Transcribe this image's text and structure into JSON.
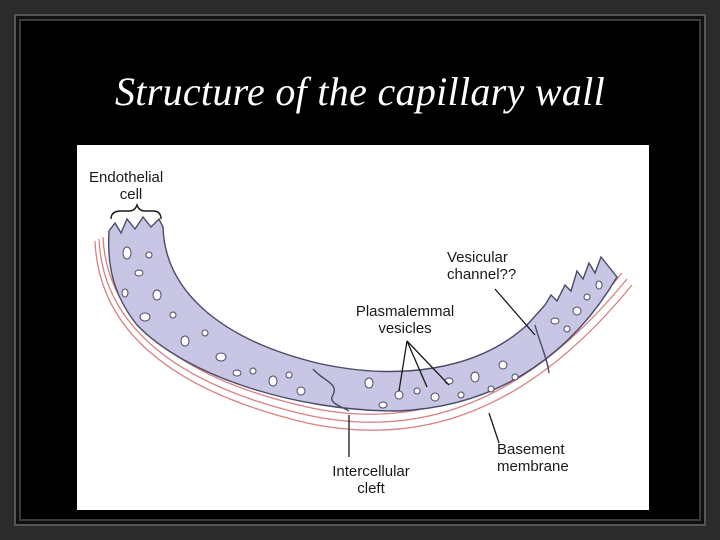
{
  "slide": {
    "title": "Structure of the capillary wall"
  },
  "diagram": {
    "labels": {
      "endothelial_cell": [
        "Endothelial",
        "cell"
      ],
      "vesicular_channel": [
        "Vesicular",
        "channel??"
      ],
      "plasmalemmal_vesicles": [
        "Plasmalemmal",
        "vesicles"
      ],
      "intercellular_cleft": [
        "Intercellular",
        "cleft"
      ],
      "basement_membrane": [
        "Basement",
        "membrane"
      ]
    },
    "colors": {
      "cell_fill": "#c8c6e4",
      "cell_stroke": "#4a4a66",
      "basement_membrane": "#d98080",
      "vesicle_fill": "#ffffff"
    }
  }
}
